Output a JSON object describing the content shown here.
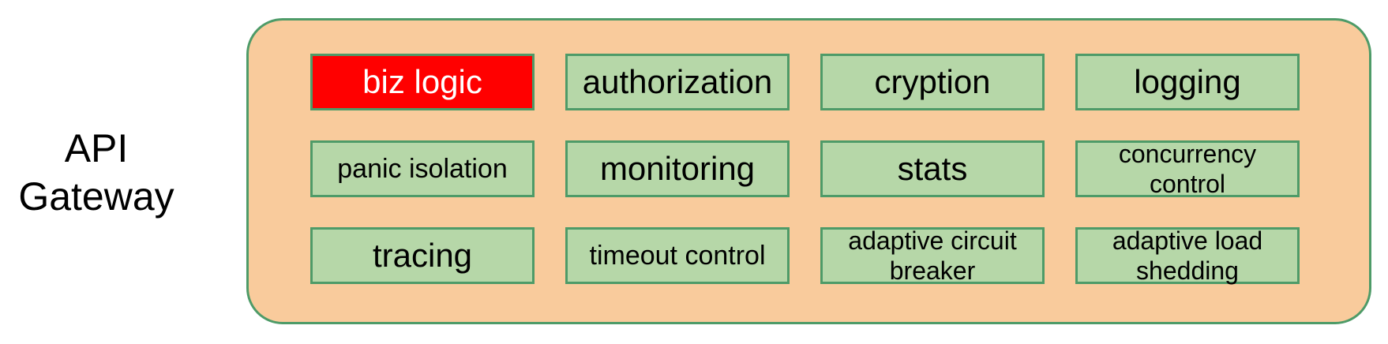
{
  "gateway": {
    "title_line1": "API",
    "title_line2": "Gateway",
    "boxes": [
      {
        "label": "biz logic",
        "fill": "#ff0000",
        "text_color": "#ffffff",
        "size": "lg"
      },
      {
        "label": "authorization",
        "fill": "#b6d7a8",
        "text_color": "#000000",
        "size": "lg"
      },
      {
        "label": "cryption",
        "fill": "#b6d7a8",
        "text_color": "#000000",
        "size": "lg"
      },
      {
        "label": "logging",
        "fill": "#b6d7a8",
        "text_color": "#000000",
        "size": "lg"
      },
      {
        "label": "panic isolation",
        "fill": "#b6d7a8",
        "text_color": "#000000",
        "size": "md"
      },
      {
        "label": "monitoring",
        "fill": "#b6d7a8",
        "text_color": "#000000",
        "size": "lg"
      },
      {
        "label": "stats",
        "fill": "#b6d7a8",
        "text_color": "#000000",
        "size": "lg"
      },
      {
        "label": "concurrency control",
        "fill": "#b6d7a8",
        "text_color": "#000000",
        "size": "sm"
      },
      {
        "label": "tracing",
        "fill": "#b6d7a8",
        "text_color": "#000000",
        "size": "lg"
      },
      {
        "label": "timeout control",
        "fill": "#b6d7a8",
        "text_color": "#000000",
        "size": "md"
      },
      {
        "label": "adaptive circuit breaker",
        "fill": "#b6d7a8",
        "text_color": "#000000",
        "size": "sm"
      },
      {
        "label": "adaptive load shedding",
        "fill": "#b6d7a8",
        "text_color": "#000000",
        "size": "sm"
      }
    ],
    "colors": {
      "container_fill": "#f9cb9c",
      "border_green": "#4e9b68",
      "module_fill": "#b6d7a8",
      "highlight_fill": "#ff0000",
      "title_color": "#000000"
    }
  }
}
